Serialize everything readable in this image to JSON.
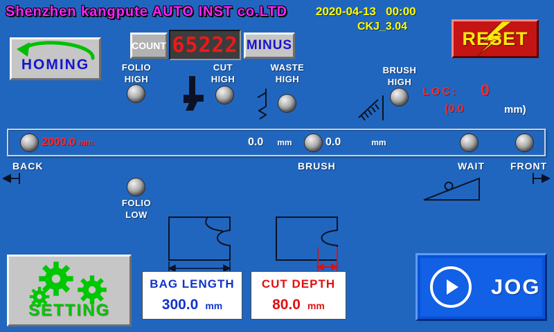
{
  "header": {
    "company": "Shenzhen kangpute AUTO INST co.LTD",
    "datetime": "2020-04-13   00:00",
    "version": "CKJ_3.04"
  },
  "reset": {
    "label": "RESET"
  },
  "homing": {
    "label": "HOMING"
  },
  "counter": {
    "count_label": "COUNT",
    "value": "65222",
    "minus_label": "MINUS"
  },
  "indicators": {
    "folio_high": "FOLIO\nHIGH",
    "cut_high": "CUT\nHIGH",
    "waste_high": "WASTE\nHIGH",
    "brush_high": "BRUSH\nHIGH",
    "folio_low": "FOLIO\nLOW"
  },
  "loc": {
    "label": "LOC:",
    "value": "0",
    "offset_value": "(0.0",
    "offset_unit": "mm)"
  },
  "track": {
    "back": {
      "value": "2000.0",
      "unit": "mm",
      "label": "BACK"
    },
    "brush": {
      "value": "0.0",
      "unit": "mm",
      "label": "BRUSH"
    },
    "wait": {
      "value": "0.0",
      "unit": "mm",
      "label": "WAIT"
    },
    "front": {
      "label": "FRONT"
    }
  },
  "params": {
    "bag_length": {
      "label": "BAG LENGTH",
      "value": "300.0",
      "unit": "mm"
    },
    "cut_depth": {
      "label": "CUT DEPTH",
      "value": "80.0",
      "unit": "mm"
    }
  },
  "setting": {
    "label": "SETTING"
  },
  "jog": {
    "label": "JOG"
  },
  "colors": {
    "background": "#2166BE",
    "title_magenta": "#FF22FF",
    "datetime_yellow": "#FFFF00",
    "alarm_red": "#E01010",
    "value_blue": "#1133CC",
    "machine_green": "#00C800"
  }
}
